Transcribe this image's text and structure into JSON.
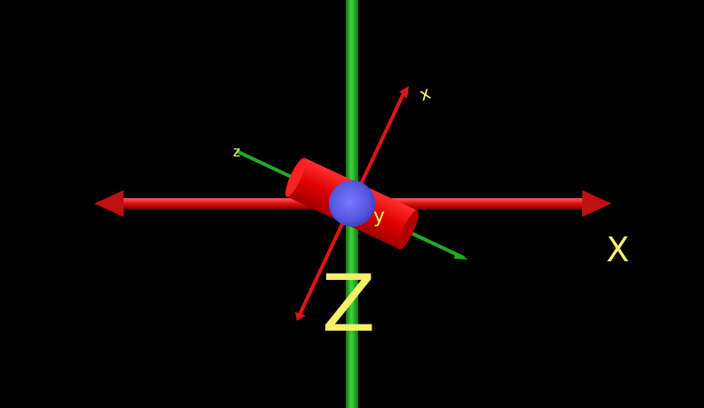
{
  "scene": {
    "background_color": "#000000",
    "labels": {
      "x_axis": "X",
      "z_axis": "Z",
      "local_x": "x",
      "local_y": "y",
      "local_z": "z"
    },
    "colors": {
      "x_axis": "#dd1111",
      "y_axis": "#22bb22",
      "z_axis": "#dd1111",
      "cylinder": "#ee0000",
      "sphere": "#5555ee",
      "label": "#f5f06a"
    },
    "icons": [
      "axis-arrow",
      "cylinder-body",
      "sphere-joint"
    ]
  }
}
